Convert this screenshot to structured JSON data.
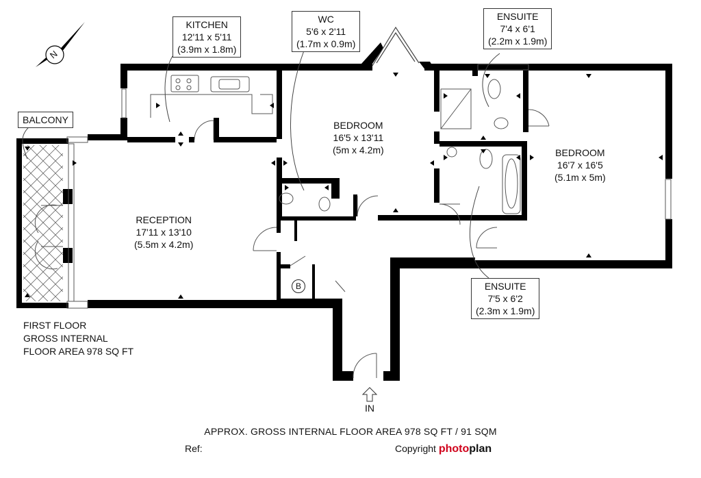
{
  "rooms": {
    "kitchen": {
      "name": "KITCHEN",
      "imperial": "12'11 x 5'11",
      "metric": "(3.9m x 1.8m)"
    },
    "wc": {
      "name": "WC",
      "imperial": "5'6 x 2'11",
      "metric": "(1.7m x 0.9m)"
    },
    "ensuite_top": {
      "name": "ENSUITE",
      "imperial": "7'4 x 6'1",
      "metric": "(2.2m x 1.9m)"
    },
    "balcony": {
      "name": "BALCONY"
    },
    "bedroom1": {
      "name": "BEDROOM",
      "imperial": "16'5 x 13'11",
      "metric": "(5m x 4.2m)"
    },
    "bedroom2": {
      "name": "BEDROOM",
      "imperial": "16'7 x 16'5",
      "metric": "(5.1m x 5m)"
    },
    "reception": {
      "name": "RECEPTION",
      "imperial": "17'11 x 13'10",
      "metric": "(5.5m x 4.2m)"
    },
    "ensuite_bottom": {
      "name": "ENSUITE",
      "imperial": "7'5 x 6'2",
      "metric": "(2.3m x 1.9m)"
    },
    "boiler": {
      "name": "B"
    }
  },
  "floor_info": {
    "line1": "FIRST FLOOR",
    "line2": "GROSS INTERNAL",
    "line3": "FLOOR AREA 978 SQ FT"
  },
  "compass": {
    "letter": "N",
    "icon": "north-compass-icon"
  },
  "entrance": {
    "label": "IN",
    "icon": "entrance-arrow-icon"
  },
  "footer": {
    "area": "APPROX. GROSS INTERNAL FLOOR AREA 978 SQ FT / 91 SQM",
    "ref": "Ref:",
    "copyright": "Copyright",
    "brand_part1": "photo",
    "brand_part2": "plan"
  },
  "colors": {
    "wall": "#000000",
    "line": "#444444",
    "brand": "#d0021b"
  }
}
